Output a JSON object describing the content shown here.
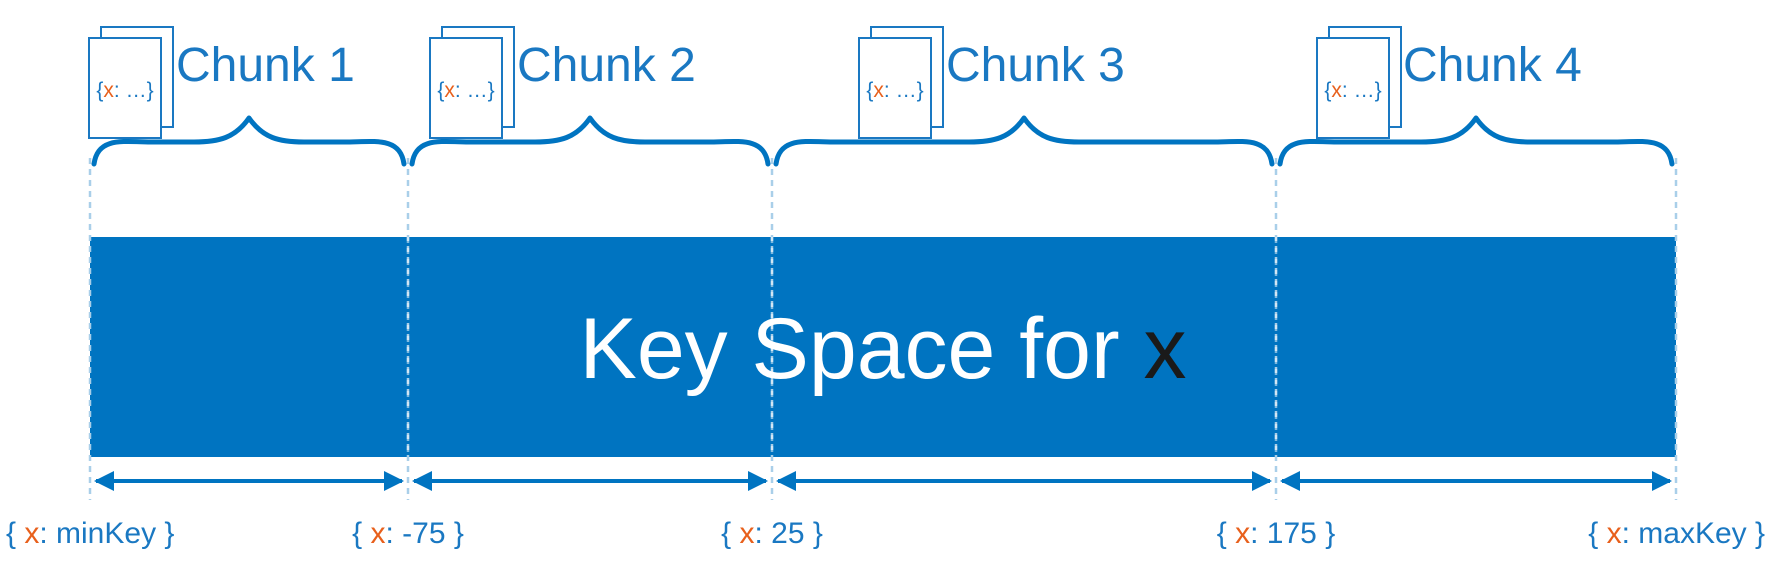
{
  "diagram": {
    "colors": {
      "primary": "#0074c1",
      "label": "#1a78c2",
      "accent": "#e8601c",
      "guide": "#a9cfe9",
      "dark": "#1a1a1a"
    },
    "key_space": {
      "title": "Key Space for ",
      "variable": "x"
    },
    "doc_icon": {
      "open": "{",
      "field": "x",
      "rest": ": …}"
    },
    "chunks": [
      {
        "name": "Chunk 1",
        "icon": "document-stack-icon"
      },
      {
        "name": "Chunk 2",
        "icon": "document-stack-icon"
      },
      {
        "name": "Chunk 3",
        "icon": "document-stack-icon"
      },
      {
        "name": "Chunk 4",
        "icon": "document-stack-icon"
      }
    ],
    "boundaries": [
      {
        "open": "{ ",
        "field": "x",
        "value": ": minKey }"
      },
      {
        "open": "{ ",
        "field": "x",
        "value": ": -75 }"
      },
      {
        "open": "{ ",
        "field": "x",
        "value": ": 25 }"
      },
      {
        "open": "{ ",
        "field": "x",
        "value": ": 175 }"
      },
      {
        "open": "{ ",
        "field": "x",
        "value": ": maxKey }"
      }
    ]
  }
}
